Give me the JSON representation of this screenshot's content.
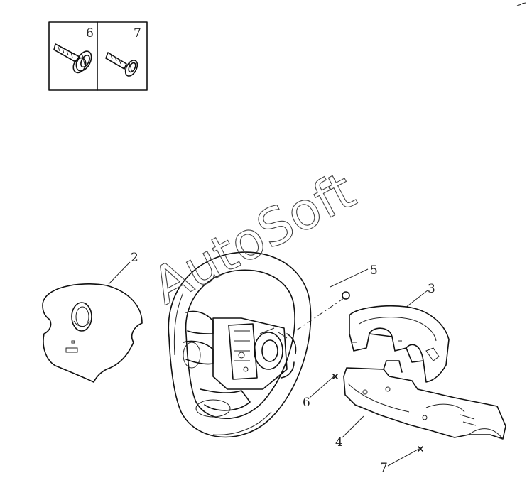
{
  "watermark": "AutoSoft",
  "legend_box": {
    "left_number": "6",
    "right_number": "7"
  },
  "callouts": {
    "airbag_module": "2",
    "steering_column_cover": "3",
    "lower_cover": "4",
    "connector": "5",
    "screw_6": "6",
    "screw_7": "7"
  }
}
